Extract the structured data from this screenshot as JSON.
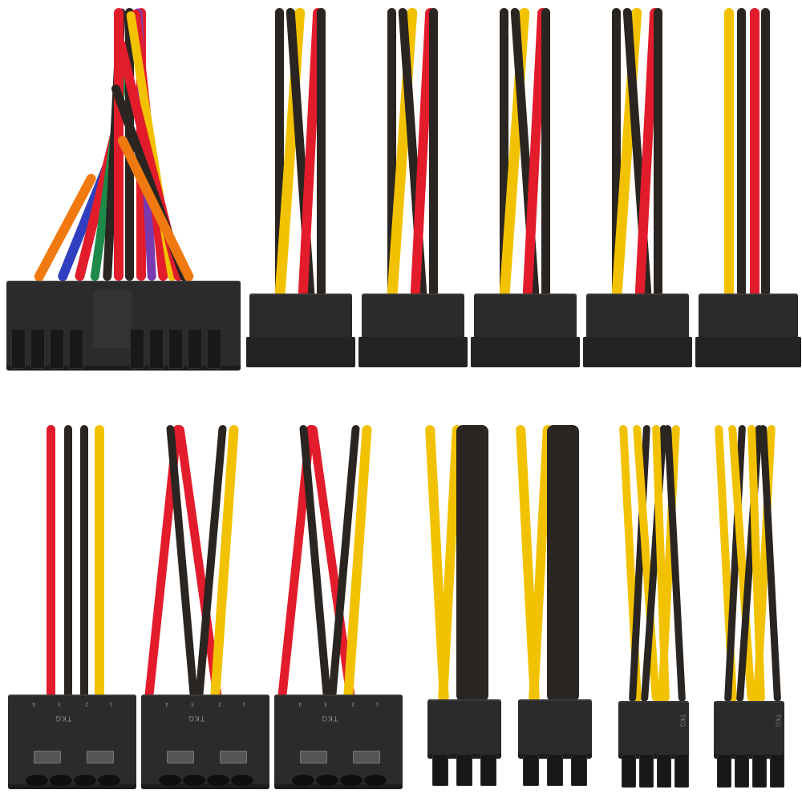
{
  "image": {
    "subject": "PC power supply cable connectors",
    "background_color": "#ffffff"
  },
  "colors": {
    "yellow": "#f2c200",
    "red": "#e21c2b",
    "black": "#2a2521",
    "orange": "#f07a10",
    "blue": "#2f3fbf",
    "green": "#1d8a4a",
    "purple": "#7a3ab0",
    "connector": "#2b2b2b"
  },
  "rows": [
    {
      "name": "top-row",
      "connectors": [
        {
          "type": "ATX 24-pin",
          "wires": [
            "orange",
            "blue",
            "red",
            "black",
            "green",
            "black",
            "red",
            "black",
            "red",
            "purple",
            "red",
            "red",
            "black",
            "orange"
          ]
        },
        {
          "type": "SATA",
          "wires": [
            "black",
            "yellow",
            "black",
            "red",
            "black"
          ]
        },
        {
          "type": "SATA",
          "wires": [
            "black",
            "yellow",
            "black",
            "red",
            "black"
          ]
        },
        {
          "type": "SATA",
          "wires": [
            "black",
            "yellow",
            "black",
            "red",
            "black"
          ]
        },
        {
          "type": "SATA",
          "wires": [
            "black",
            "yellow",
            "black",
            "red",
            "black"
          ]
        },
        {
          "type": "SATA",
          "wires": [
            "yellow",
            "black",
            "red",
            "black"
          ]
        }
      ]
    },
    {
      "name": "bottom-row",
      "connectors": [
        {
          "type": "Molex 4-pin",
          "label": "TKG",
          "pin_numbers": [
            "4",
            "3",
            "2",
            "1"
          ],
          "wires": [
            "red",
            "black",
            "black",
            "yellow"
          ]
        },
        {
          "type": "Molex 4-pin",
          "label": "TKG",
          "pin_numbers": [
            "4",
            "3",
            "2",
            "1"
          ],
          "wires": [
            "red",
            "black",
            "black",
            "yellow"
          ]
        },
        {
          "type": "Molex 4-pin",
          "label": "TKG",
          "pin_numbers": [
            "4",
            "3",
            "2",
            "1"
          ],
          "wires": [
            "red",
            "black",
            "black",
            "yellow"
          ]
        },
        {
          "type": "PCIe 6-pin",
          "wires": [
            "yellow",
            "yellow",
            "black",
            "black",
            "black",
            "black"
          ]
        },
        {
          "type": "PCIe 6-pin",
          "wires": [
            "yellow",
            "yellow",
            "black",
            "black",
            "black",
            "black"
          ]
        },
        {
          "type": "EPS 8-pin",
          "side_label": "TKG",
          "wires": [
            "yellow",
            "black",
            "yellow",
            "black",
            "yellow",
            "black",
            "yellow",
            "black"
          ]
        },
        {
          "type": "EPS 8-pin",
          "side_label": "TKG",
          "wires": [
            "yellow",
            "black",
            "yellow",
            "black",
            "yellow",
            "black",
            "yellow",
            "black"
          ]
        }
      ]
    }
  ],
  "labels": {
    "molex_brand": "TKG",
    "eps_brand": "TKG",
    "pin_4": "4",
    "pin_3": "3",
    "pin_2": "2",
    "pin_1": "1"
  }
}
